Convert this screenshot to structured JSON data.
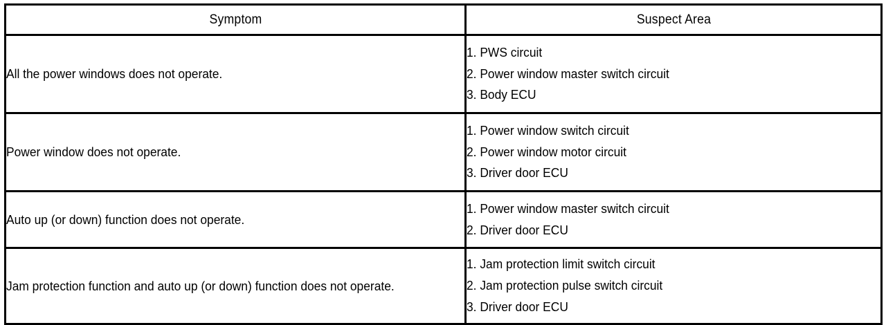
{
  "document": {
    "type": "troubleshooting-table",
    "colors": {
      "ink": "#000000",
      "paper": "#ffffff"
    }
  },
  "table": {
    "headers": {
      "symptom": "Symptom",
      "suspect_area": "Suspect Area"
    },
    "rows": [
      {
        "symptom": "All the power windows does not operate.",
        "suspect_area": [
          "1. PWS circuit",
          "2. Power window master switch circuit",
          "3. Body ECU"
        ]
      },
      {
        "symptom": "Power window does not operate.",
        "suspect_area": [
          "1. Power window switch circuit",
          "2. Power window motor circuit",
          "3. Driver door ECU"
        ]
      },
      {
        "symptom": "Auto up (or down) function does not operate.",
        "suspect_area": [
          "1. Power window master switch circuit",
          "2. Driver door ECU"
        ]
      },
      {
        "symptom": "Jam protection function and auto up (or down) function does not operate.",
        "suspect_area": [
          "1. Jam protection limit switch circuit",
          "2. Jam protection pulse switch circuit",
          "3. Driver door ECU"
        ]
      }
    ]
  }
}
